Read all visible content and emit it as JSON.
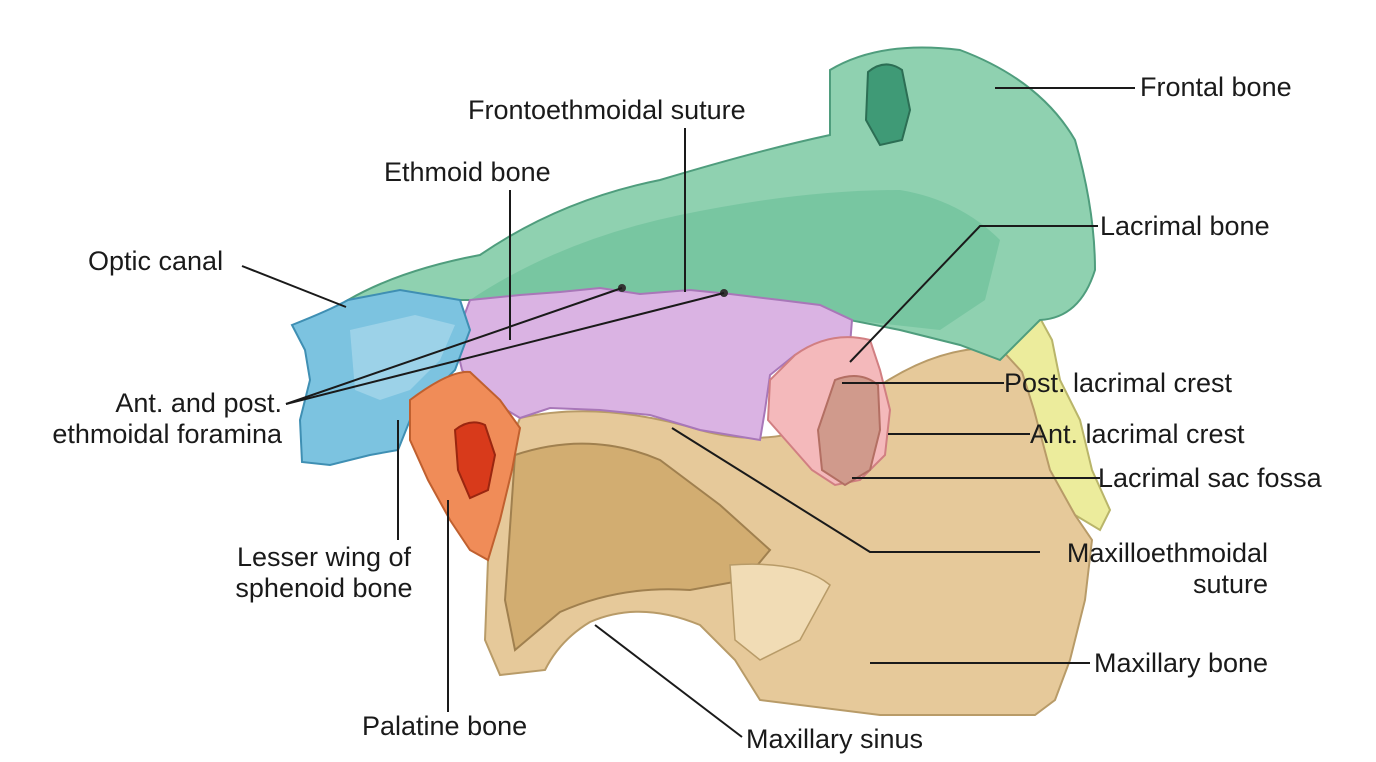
{
  "labels": {
    "frontal_bone": "Frontal bone",
    "frontoethmoidal_suture": "Frontoethmoidal suture",
    "ethmoid_bone": "Ethmoid bone",
    "lacrimal_bone": "Lacrimal bone",
    "optic_canal": "Optic canal",
    "post_lacrimal_crest": "Post. lacrimal crest",
    "ethmoidal_foramina_line1": "Ant. and post.",
    "ethmoidal_foramina_line2": "ethmoidal foramina",
    "ant_lacrimal_crest": "Ant. lacrimal crest",
    "lacrimal_sac_fossa": "Lacrimal sac fossa",
    "lesser_wing_line1": "Lesser wing of",
    "lesser_wing_line2": "sphenoid bone",
    "maxilloethmoidal_line1": "Maxilloethmoidal",
    "maxilloethmoidal_line2": "suture",
    "maxillary_bone": "Maxillary bone",
    "palatine_bone": "Palatine bone",
    "maxillary_sinus": "Maxillary sinus"
  },
  "colors": {
    "frontal": "#8fd1b0",
    "frontal_dark": "#3f9a76",
    "ethmoid": "#dab3e3",
    "lacrimal": "#f4b9bb",
    "sphenoid": "#7cc3e0",
    "palatine": "#f08c58",
    "maxilla": "#e6c99a",
    "zygomatic": "#ecec9c",
    "leader_line": "#1a1a1a"
  }
}
